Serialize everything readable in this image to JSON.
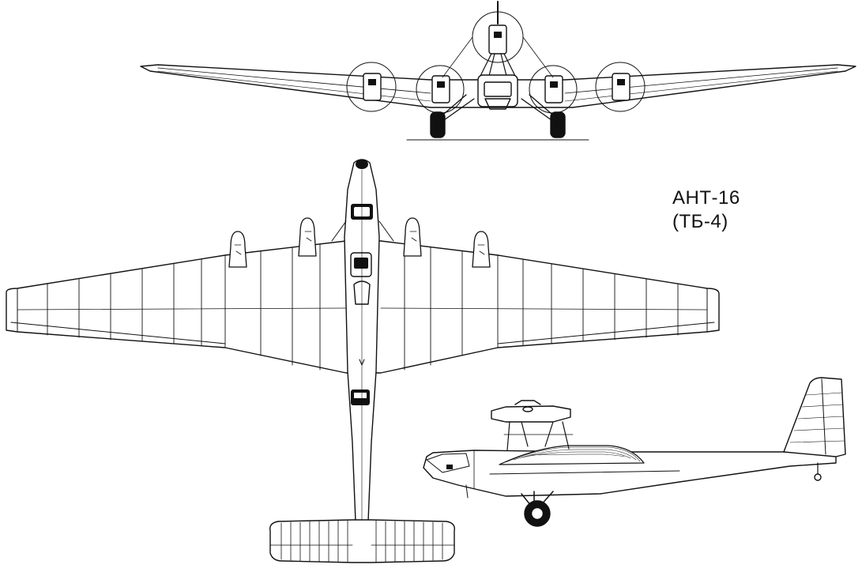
{
  "title": {
    "designation": "АНТ-16",
    "military_designation": "(ТБ-4)"
  },
  "views": {
    "front": "front-view",
    "top": "top-view",
    "side": "side-view"
  },
  "colors": {
    "ink": "#111111",
    "paper": "#ffffff"
  }
}
